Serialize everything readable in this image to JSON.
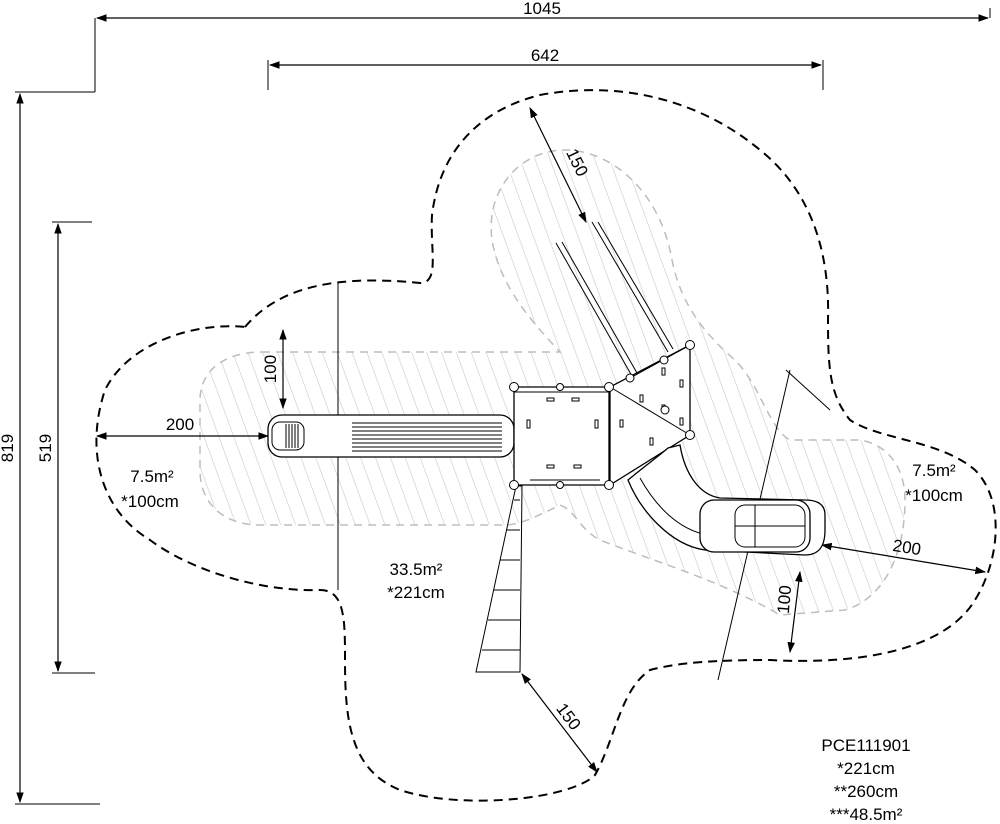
{
  "dimensions": {
    "overall_width": "1045",
    "structure_width": "642",
    "overall_height": "819",
    "inner_height": "519",
    "slide_side_top": "150",
    "slide_side_bottom": "150",
    "left_clearance_depth": "100",
    "left_clearance_length": "200",
    "right_clearance_length": "200",
    "right_clearance_depth": "100"
  },
  "zones": {
    "left": {
      "area": "7.5m²",
      "height": "*100cm"
    },
    "center": {
      "area": "33.5m²",
      "height": "*221cm"
    },
    "right": {
      "area": "7.5m²",
      "height": "*100cm"
    }
  },
  "product": {
    "code": "PCE111901",
    "line1": "*221cm",
    "line2": "**260cm",
    "line3": "***48.5m²"
  }
}
